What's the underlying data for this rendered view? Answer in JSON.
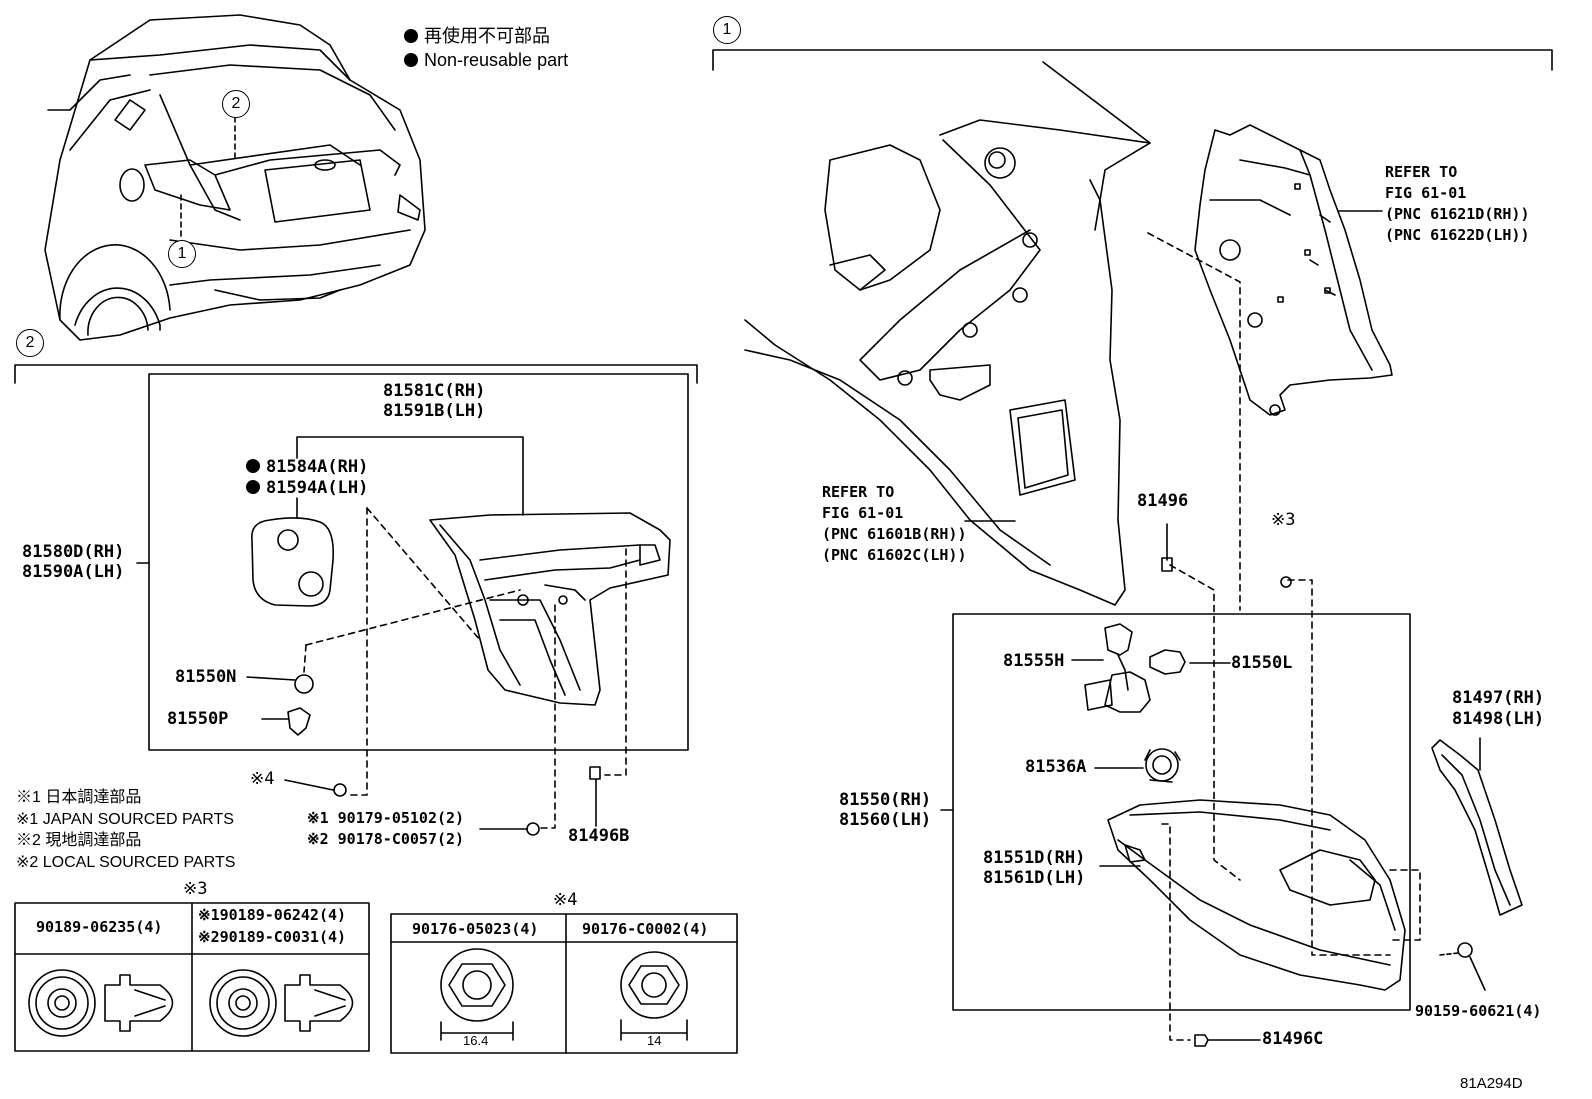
{
  "legend": {
    "jp": "再使用不可部品",
    "en": "Non-reusable part"
  },
  "callouts": {
    "c1": "1",
    "c2": "2"
  },
  "left_box": {
    "p81581": [
      "81581C(RH)",
      "81591B(LH)"
    ],
    "p81584": [
      "81584A(RH)",
      "81594A(LH)"
    ],
    "p81580": [
      "81580D(RH)",
      "81590A(LH)"
    ],
    "p81550N": "81550N",
    "p81550P": "81550P"
  },
  "below_box": {
    "mark4": "※4",
    "part81496B": "81496B",
    "p90179": "※1 90179-05102(2)",
    "p90178": "※2 90178-C0057(2)"
  },
  "notes": [
    "※1 日本調達部品",
    "※1 JAPAN SOURCED PARTS",
    "※2 現地調達部品",
    "※2 LOCAL SOURCED PARTS"
  ],
  "table3": {
    "title": "※3",
    "col1": "90189-06235(4)",
    "col2a": "※190189-06242(4)",
    "col2b": "※290189-C0031(4)"
  },
  "table4": {
    "title": "※4",
    "col1": "90176-05023(4)",
    "col2": "90176-C0002(4)",
    "dim1": "16.4",
    "dim2": "14"
  },
  "right": {
    "refer_top": [
      "REFER TO",
      "FIG 61-01",
      "(PNC 61621D(RH))",
      "(PNC 61622D(LH))"
    ],
    "refer_mid": [
      "REFER TO",
      "FIG 61-01",
      "(PNC 61601B(RH))",
      "(PNC 61602C(LH))"
    ],
    "p81496": "81496",
    "mark3": "※3",
    "p81555H": "81555H",
    "p81550L": "81550L",
    "p81536A": "81536A",
    "p81550": [
      "81550(RH)",
      "81560(LH)"
    ],
    "p81551D": [
      "81551D(RH)",
      "81561D(LH)"
    ],
    "p81497": [
      "81497(RH)",
      "81498(LH)"
    ],
    "p90159": "90159-60621(4)",
    "p81496C": "81496C",
    "figcode": "81A294D"
  }
}
